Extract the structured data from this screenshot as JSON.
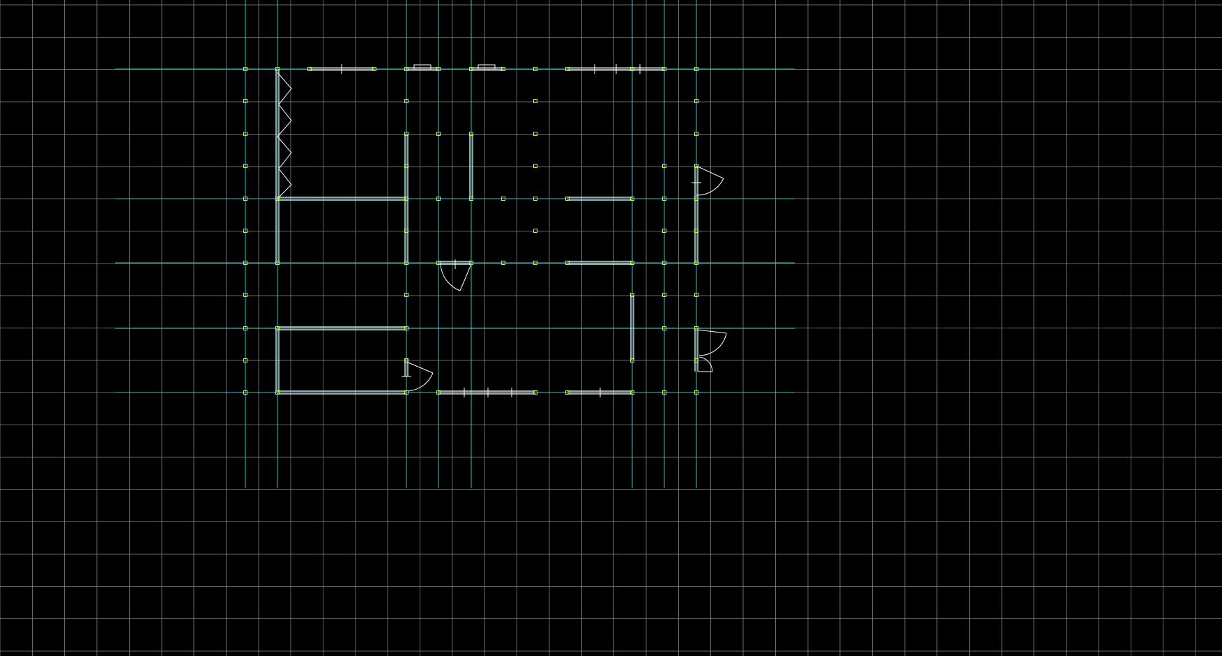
{
  "colors": {
    "background": "#000000",
    "grid": "#8a8a8a",
    "axis": "#2fc8c8",
    "wall": "#ffffff",
    "node": "#c8f040",
    "door": "#ffffff",
    "window": "#ffffff"
  },
  "icons": [
    "grid-node-marker",
    "door-swing-symbol",
    "window-symbol"
  ],
  "plan": {
    "description_units": "grid cells"
  }
}
